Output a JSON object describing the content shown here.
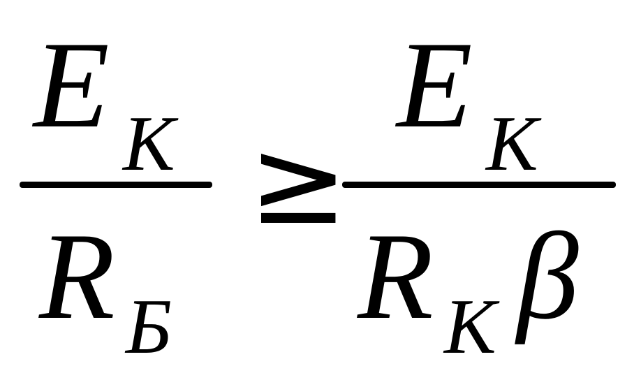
{
  "formula": {
    "left": {
      "numerator": {
        "symbol": "E",
        "subscript": "K"
      },
      "denominator": {
        "symbol": "R",
        "subscript": "Б"
      }
    },
    "relation": "≥",
    "right": {
      "numerator": {
        "symbol": "E",
        "subscript": "K"
      },
      "denominator": {
        "symbol": "R",
        "subscript": "K",
        "factor": "β"
      }
    }
  }
}
